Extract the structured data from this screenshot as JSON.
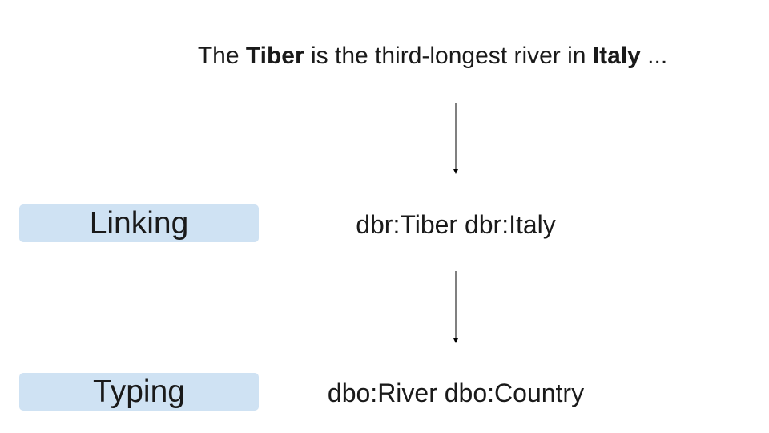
{
  "sentence": {
    "part1": "The ",
    "entity1": "Tiber",
    "part2": " is the third-longest river in ",
    "entity2": "Italy",
    "part3": " ..."
  },
  "steps": [
    {
      "label": "Linking",
      "output": "dbr:Tiber dbr:Italy"
    },
    {
      "label": "Typing",
      "output": "dbo:River dbo:Country"
    }
  ],
  "colors": {
    "label_box": "#cfe2f3",
    "text": "#1a1a1a",
    "arrow": "#000000"
  }
}
